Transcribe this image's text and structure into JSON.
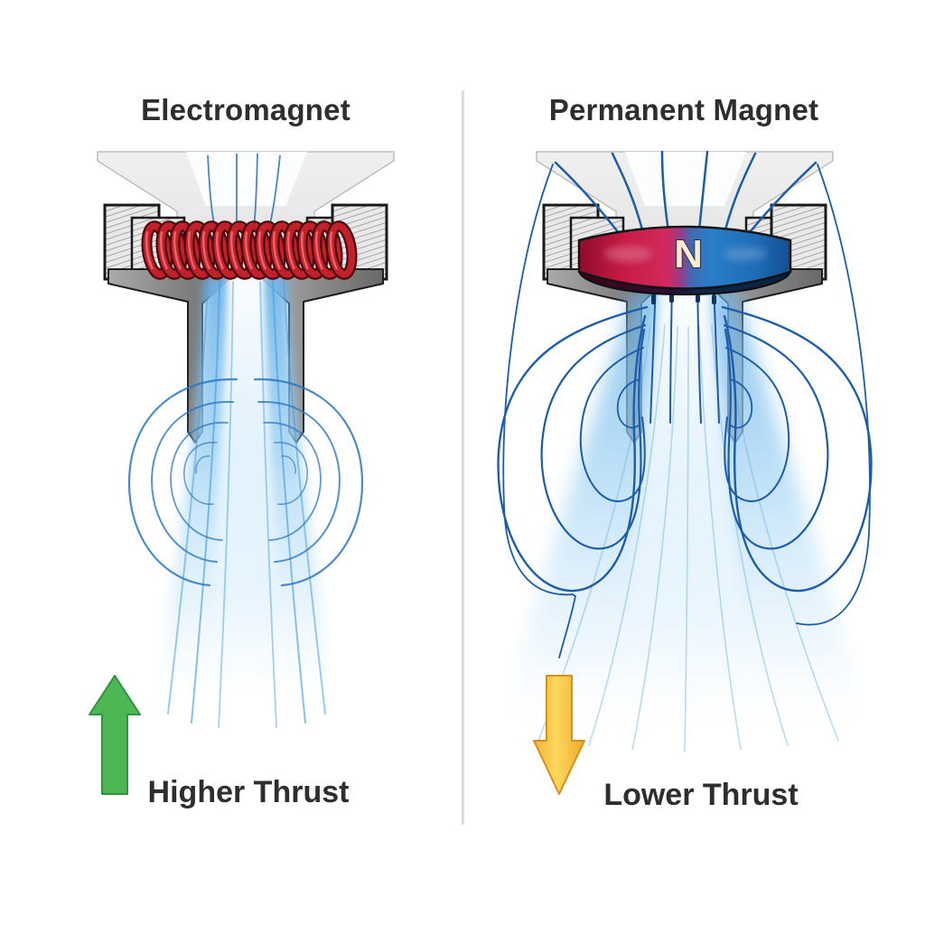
{
  "figure": {
    "left_panel": {
      "title": "Electromagnet",
      "thrust_label": "Higher Thrust",
      "arrow_direction": "up",
      "arrow_color": "#4db853",
      "coil_color": "#c2202a",
      "plume_style": "narrow focused jet"
    },
    "right_panel": {
      "title": "Permanent Magnet",
      "thrust_label": "Lower Thrust",
      "arrow_direction": "down",
      "arrow_color": "#f6c544",
      "magnet_pole_label": "N",
      "magnet_north_color": "#cc1d46",
      "magnet_south_color": "#2380cc",
      "plume_style": "wide divergent plume"
    },
    "colors": {
      "field_line": "#1d5cab",
      "plume": "#7ec0ee",
      "title_text": "#2e2e2e",
      "divider": "#dcdcdc"
    }
  }
}
